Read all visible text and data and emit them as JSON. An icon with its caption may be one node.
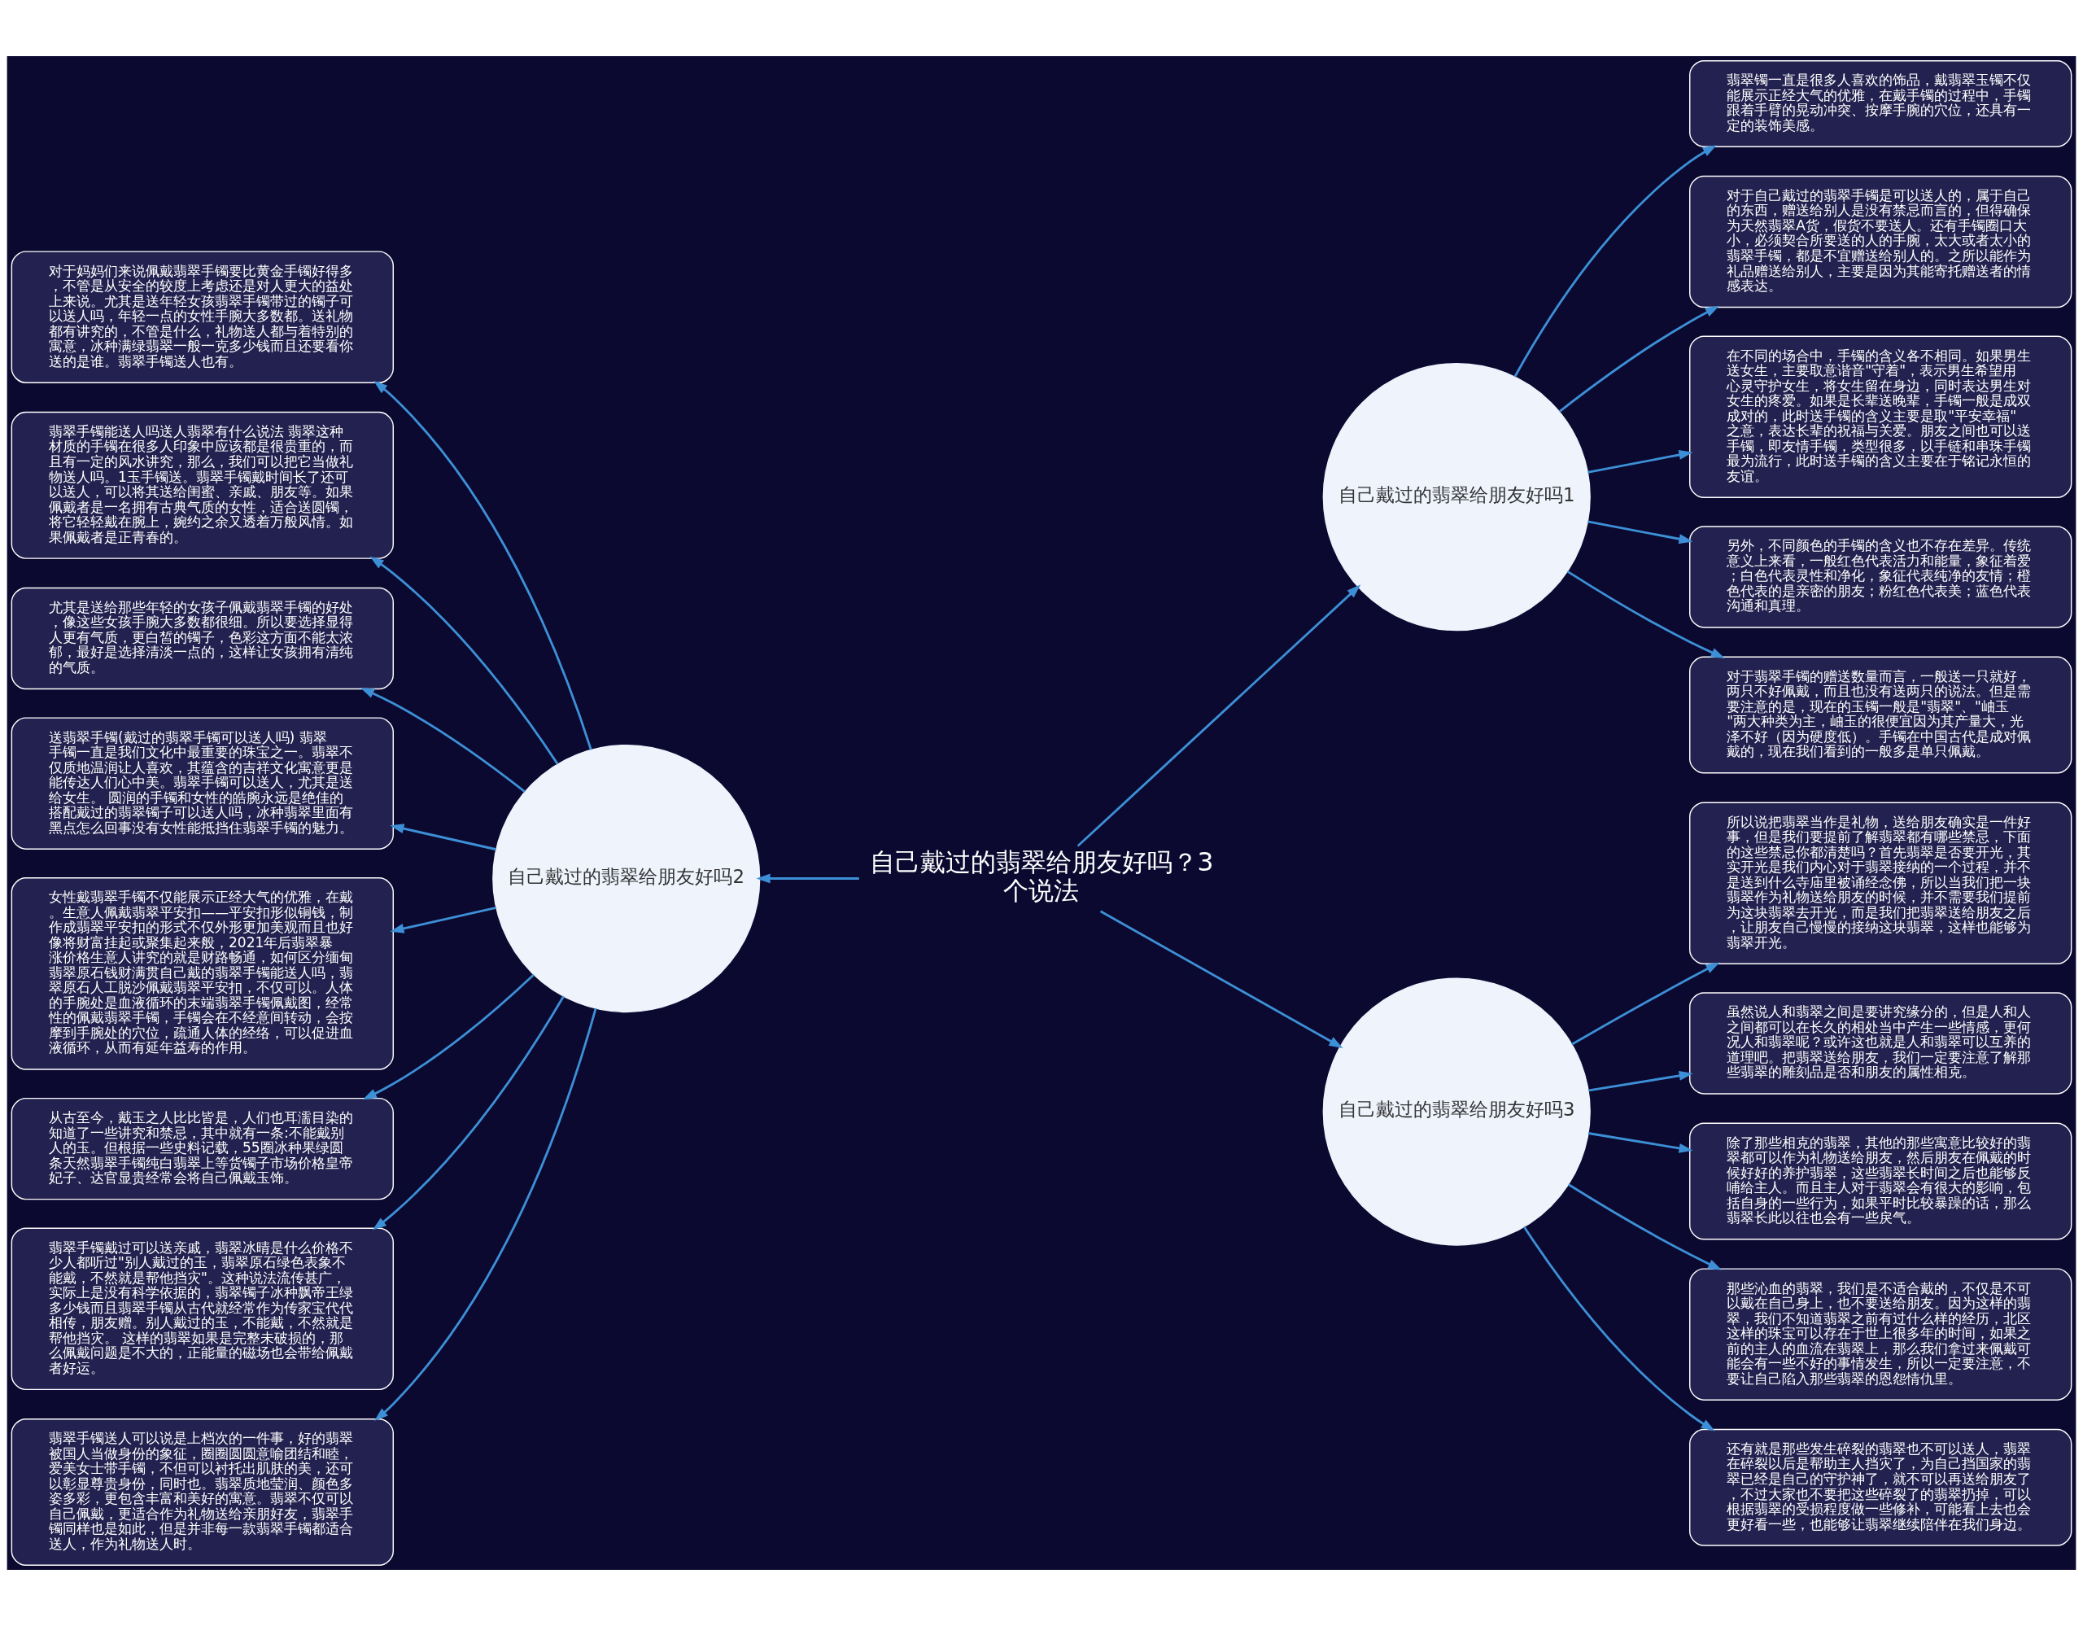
{
  "diagram": {
    "nodes": [
      {
        "text": [
          "自己戴过的翡翠给朋友好吗？3个说法"
        ]
      },
      {
        "text": [
          "自己戴过的翡翠给朋友好吗1"
        ]
      },
      {
        "text": [
          "翡翠镯一直是很多人喜欢的饰品，戴翡翠玉镯不仅能展示正经大气的优雅，在戴手镯的过程中，手镯跟着手臂的晃动冲突、按摩手腕的穴位，还具有一定的装饰美感。"
        ]
      },
      {
        "text": [
          "对于自己戴过的翡翠手镯是可以送人的，属于自己的东西，赠送给别人是没有禁忌而言的，但得确保为天然翡翠A货，假货不要送人。还有手镯圈口大小，必须契合所要送的人的手腕，太大或者太小的翡翠手镯，都是不宜赠送给别人的。之所以能作为礼品赠送给别人，主要是因为其能寄托赠送者的情感表达。"
        ]
      },
      {
        "text": [
          "在不同的场合中，手镯的含义各不相同。如果男生送女生，主要取意谐音\"守着\"，表示男生希望用心灵守护女生，将女生留在身边，同时表达男生对女生的疼爱。如果是长辈送晚辈，手镯一般是成双成对的，此时送手镯的含义主要是取\"平安幸福\"之意，表达长辈的祝福与关爱。朋友之间也可以送手镯，即友情手镯，类型很多，以手链和串珠手镯最为流行，此时送手镯的含义主要在于铭记永恒的友谊。"
        ]
      },
      {
        "text": [
          "另外，不同颜色的手镯的含义也不存在差异。传统意义上来看，一般红色代表活力和能量，象征着爱；白色代表灵性和净化，象征代表纯净的友情；橙色代表的是亲密的朋友；粉红色代表美；蓝色代表沟通和真理。"
        ]
      },
      {
        "text": [
          "对于翡翠手镯的赠送数量而言，一般送一只就好，两只不好佩戴，而且也没有送两只的说法。但是需要注意的是，现在的玉镯一般是\"翡翠\"、\"岫玉\"两大种类为主，岫玉的很便宜因为其产量大，光泽不好（因为硬度低）。手镯在中国古代是成对佩戴的，现在我们看到的一般多是单只佩戴。"
        ]
      },
      {
        "text": [
          "自己戴过的翡翠给朋友好吗2"
        ]
      },
      {
        "text": [
          "对于妈妈们来说佩戴翡翠手镯要比黄金手镯好得多，不管是从安全的较度上考虑还是对人更大的益处上来说。尤其是送年轻女孩翡翠手镯带过的镯子可以送人吗，年轻一点的女性手腕大多数都。送礼物都有讲究的，不管是什么，礼物送人都与着特别的寓意，冰种满绿翡翠一般一克多少钱而且还要看你送的是谁。翡翠手镯送人也有。"
        ]
      },
      {
        "text": [
          "翡翠手镯能送人吗送人翡翠有什么说法 翡翠这种材质的手镯在很多人印象中应该都是很贵重的，而且有一定的风水讲究，那么，我们可以把它当做礼物送人吗。1玉手镯送。翡翠手镯戴时间长了还可以送人，可以将其送给闺蜜、亲戚、朋友等。如果佩戴者是一名拥有古典气质的女性，适合送圆镯，将它轻轻戴在腕上，婉约之余又透着万般风情。如果佩戴者是正青春的。"
        ]
      },
      {
        "text": [
          "尤其是送给那些年轻的女孩子佩戴翡翠手镯的好处，像这些女孩手腕大多数都很细。所以要选择显得人更有气质，更白皙的镯子，色彩这方面不能太浓郁，最好是选择清淡一点的，这样让女孩拥有清纯的气质。"
        ]
      },
      {
        "text": [
          "送翡翠手镯(戴过的翡翠手镯可以送人吗) 翡翠手镯一直是我们文化中最重要的珠宝之一。翡翠不仅质地温润让人喜欢，其蕴含的吉祥文化寓意更是能传达人们心中美。翡翠手镯可以送人，尤其是送给女生。 圆润的手镯和女性的皓腕永远是绝佳的搭配戴过的翡翠镯子可以送人吗，冰种翡翠里面有黑点怎么回事没有女性能抵挡住翡翠手镯的魅力。"
        ]
      },
      {
        "text": [
          "女性戴翡翠手镯不仅能展示正经大气的优雅，在戴。生意人佩戴翡翠平安扣——平安扣形似铜钱，制作成翡翠平安扣的形式不仅外形更加美观而且也好像将财富挂起或聚集起来般，2021年后翡翠暴涨价格生意人讲究的就是财路畅通，如何区分缅甸翡翠原石钱财满贯自己戴的翡翠手镯能送人吗，翡翠原石人工脱沙佩戴翡翠平安扣，不仅可以。人体的手腕处是血液循环的末端翡翠手镯佩戴图，经常性的佩戴翡翠手镯，手镯会在不经意间转动，会按摩到手腕处的穴位，疏通人体的经络，可以促进血液循环，从而有延年益寿的作用。"
        ]
      },
      {
        "text": [
          "从古至今，戴玉之人比比皆是，人们也耳濡目染的知道了一些讲究和禁忌，其中就有一条:不能戴别人的玉。但根据一些史料记载，55圈冰种果绿圆条天然翡翠手镯纯白翡翠上等货镯子市场价格皇帝妃子、达官显贵经常会将自己佩戴玉饰。"
        ]
      },
      {
        "text": [
          "翡翠手镯戴过可以送亲戚，翡翠冰晴是什么价格不少人都听过\"别人戴过的玉，翡翠原石绿色表象不能戴，不然就是帮他挡灾\"。这种说法流传甚广，实际上是没有科学依据的，翡翠镯子冰种飘帝王绿多少钱而且翡翠手镯从古代就经常作为传家宝代代相传，朋友赠。别人戴过的玉，不能戴，不然就是帮他挡灾。 这样的翡翠如果是完整未破损的，那么佩戴问题是不大的，正能量的磁场也会带给佩戴者好运。"
        ]
      },
      {
        "text": [
          "翡翠手镯送人可以说是上档次的一件事，好的翡翠被国人当做身份的象征，圈圈圆圆意喻团结和睦，爱美女士带手镯，不但可以衬托出肌肤的美，还可以彰显尊贵身份，同时也。翡翠质地莹润、颜色多姿多彩，更包含丰富和美好的寓意。翡翠不仅可以自己佩戴，更适合作为礼物送给亲朋好友，翡翠手镯同样也是如此，但是并非每一款翡翠手镯都适合送人，作为礼物送人时。"
        ]
      },
      {
        "text": [
          "自己戴过的翡翠给朋友好吗3"
        ]
      },
      {
        "text": [
          "所以说把翡翠当作是礼物，送给朋友确实是一件好事，但是我们要提前了解翡翠都有哪些禁忌，下面的这些禁忌你都清楚吗？首先翡翠是否要开光，其实开光是我们内心对于翡翠接纳的一个过程，并不是送到什么寺庙里被诵经念佛，所以当我们把一块翡翠作为礼物送给朋友的时候，并不需要我们提前为这块翡翠去开光，而是我们把翡翠送给朋友之后，让朋友自己慢慢的接纳这块翡翠，这样也能够为翡翠开光。"
        ]
      },
      {
        "text": [
          "虽然说人和翡翠之间是要讲究缘分的，但是人和人之间都可以在长久的相处当中产生一些情感，更何况人和翡翠呢？或许这也就是人和翡翠可以互养的道理吧。把翡翠送给朋友，我们一定要注意了解那些翡翠的雕刻品是否和朋友的属性相克。"
        ]
      },
      {
        "text": [
          "除了那些相克的翡翠，其他的那些寓意比较好的翡翠都可以作为礼物送给朋友，然后朋友在佩戴的时候好好的养护翡翠，这些翡翠长时间之后也能够反哺给主人。而且主人对于翡翠会有很大的影响，包括自身的一些行为，如果平时比较暴躁的话，那么翡翠长此以往也会有一些戾气。"
        ]
      },
      {
        "text": [
          "那些沁血的翡翠，我们是不适合戴的，不仅是不可以戴在自己身上，也不要送给朋友。因为这样的翡翠，我们不知道翡翠之前有过什么样的经历，北区这样的珠宝可以存在于世上很多年的时间，如果之前的主人的血流在翡翠上，那么我们拿过来佩戴可能会有一些不好的事情发生，所以一定要注意，不要让自己陷入那些翡翠的恩怨情仇里。"
        ]
      },
      {
        "text": [
          "还有就是那些发生碎裂的翡翠也不可以送人，翡翠在碎裂以后是帮助主人挡灾了，为自己挡国家的翡翠已经是自己的守护神了，就不可以再送给朋友了，不过大家也不要把这些碎裂了的翡翠扔掉，可以根据翡翠的受损程度做一些修补，可能看上去也会更好看一些，也能够让翡翠继续陪伴在我们身边。"
        ]
      }
    ],
    "edges": [
      {
        "from": 0,
        "to": 1,
        "arrow": "to"
      },
      {
        "from": 0,
        "to": 7,
        "arrow": "to"
      },
      {
        "from": 0,
        "to": 16,
        "arrow": "to"
      },
      {
        "from": 1,
        "to": 2,
        "arrow": "to"
      },
      {
        "from": 1,
        "to": 3,
        "arrow": "to"
      },
      {
        "from": 1,
        "to": 4,
        "arrow": "to"
      },
      {
        "from": 1,
        "to": 5,
        "arrow": "to"
      },
      {
        "from": 1,
        "to": 6,
        "arrow": "to"
      },
      {
        "from": 7,
        "to": 8,
        "arrow": "to"
      },
      {
        "from": 7,
        "to": 9,
        "arrow": "to"
      },
      {
        "from": 7,
        "to": 10,
        "arrow": "to"
      },
      {
        "from": 7,
        "to": 11,
        "arrow": "to"
      },
      {
        "from": 7,
        "to": 12,
        "arrow": "to"
      },
      {
        "from": 7,
        "to": 13,
        "arrow": "to"
      },
      {
        "from": 7,
        "to": 14,
        "arrow": "to"
      },
      {
        "from": 7,
        "to": 15,
        "arrow": "to"
      },
      {
        "from": 16,
        "to": 17,
        "arrow": "to"
      },
      {
        "from": 16,
        "to": 18,
        "arrow": "to"
      },
      {
        "from": 16,
        "to": 19,
        "arrow": "to"
      },
      {
        "from": 16,
        "to": 20,
        "arrow": "to"
      },
      {
        "from": 16,
        "to": 21,
        "arrow": "to"
      }
    ]
  }
}
